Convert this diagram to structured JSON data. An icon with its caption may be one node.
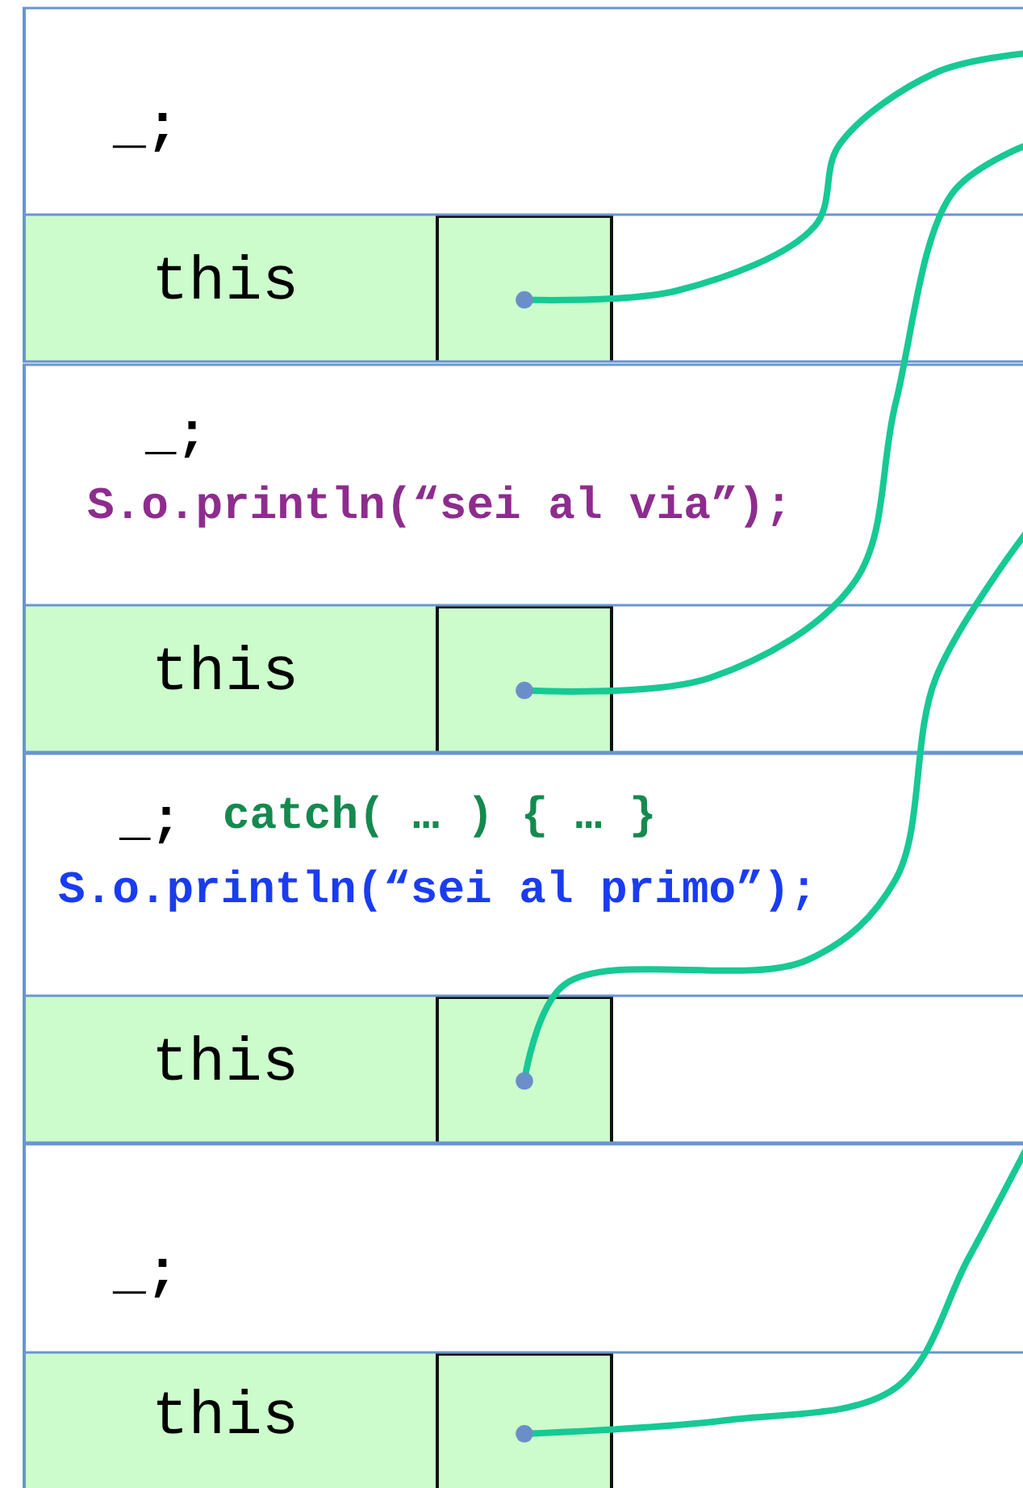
{
  "diagram": {
    "nodes": [
      {
        "text": [
          "_;"
        ]
      },
      {
        "text": [
          "this"
        ]
      },
      {
        "text": [],
        "shape": "box",
        "in": 1
      },
      {
        "text": [
          "_;",
          "S.o.println(“sei al via”);"
        ]
      },
      {
        "text": [
          "this"
        ]
      },
      {
        "text": [],
        "shape": "box",
        "in": 4
      },
      {
        "text": [
          "_;",
          "catch( … ) { … }",
          "S.o.println(“sei al primo”);"
        ]
      },
      {
        "text": [
          "this"
        ]
      },
      {
        "text": [],
        "shape": "box",
        "in": 7
      },
      {
        "text": [
          "_;"
        ]
      },
      {
        "text": [
          "this"
        ]
      },
      {
        "text": [],
        "shape": "box",
        "in": 10
      }
    ],
    "edges": [
      {
        "from": 2,
        "to": null,
        "arrow": "other"
      },
      {
        "from": 5,
        "to": null,
        "arrow": "other"
      },
      {
        "from": 8,
        "to": null,
        "arrow": "other"
      },
      {
        "from": 11,
        "to": null,
        "arrow": "other"
      }
    ]
  }
}
